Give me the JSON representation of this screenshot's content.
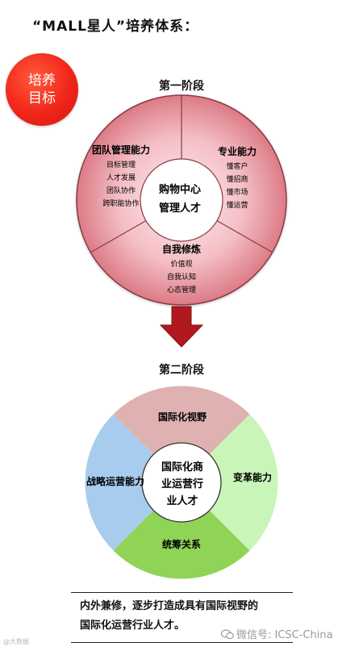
{
  "title": "“MALL星人”培养体系：",
  "badge": {
    "line1": "培养",
    "line2": "目标"
  },
  "stage1": {
    "label": "第一阶段",
    "center": [
      "购物中心",
      "管理人才"
    ],
    "segments": [
      {
        "title": "团队管理能力",
        "items": [
          "目标管理",
          "人才发展",
          "团队协作",
          "跨职能协作"
        ]
      },
      {
        "title": "专业能力",
        "items": [
          "懂客户",
          "懂招商",
          "懂市场",
          "懂运营"
        ]
      },
      {
        "title": "自我修炼",
        "items": [
          "价值观",
          "自我认知",
          "心态管理"
        ]
      }
    ],
    "colors": {
      "fill_outer": "#f5c4c9",
      "fill_inner": "#d9737e",
      "stroke": "#8a3a44"
    }
  },
  "stage2": {
    "label": "第二阶段",
    "center": [
      "国际化商",
      "业运营行",
      "业人才"
    ],
    "segments": [
      {
        "title": "国际化视野",
        "color": "#dfb1b0"
      },
      {
        "title": "变革能力",
        "color": "#c9f5b9"
      },
      {
        "title": "统筹关系",
        "color": "#8fd457"
      },
      {
        "title": "战略运营能力",
        "color": "#a7ccee"
      }
    ]
  },
  "arrow": {
    "color": "#b2191e"
  },
  "bottom": {
    "line1": "内外兼修，逐步打造成具有国际视野的",
    "line2": "国际化运营行业人才。"
  },
  "watermark": "微信号: ICSC-China",
  "corner_mark": "@大数据"
}
